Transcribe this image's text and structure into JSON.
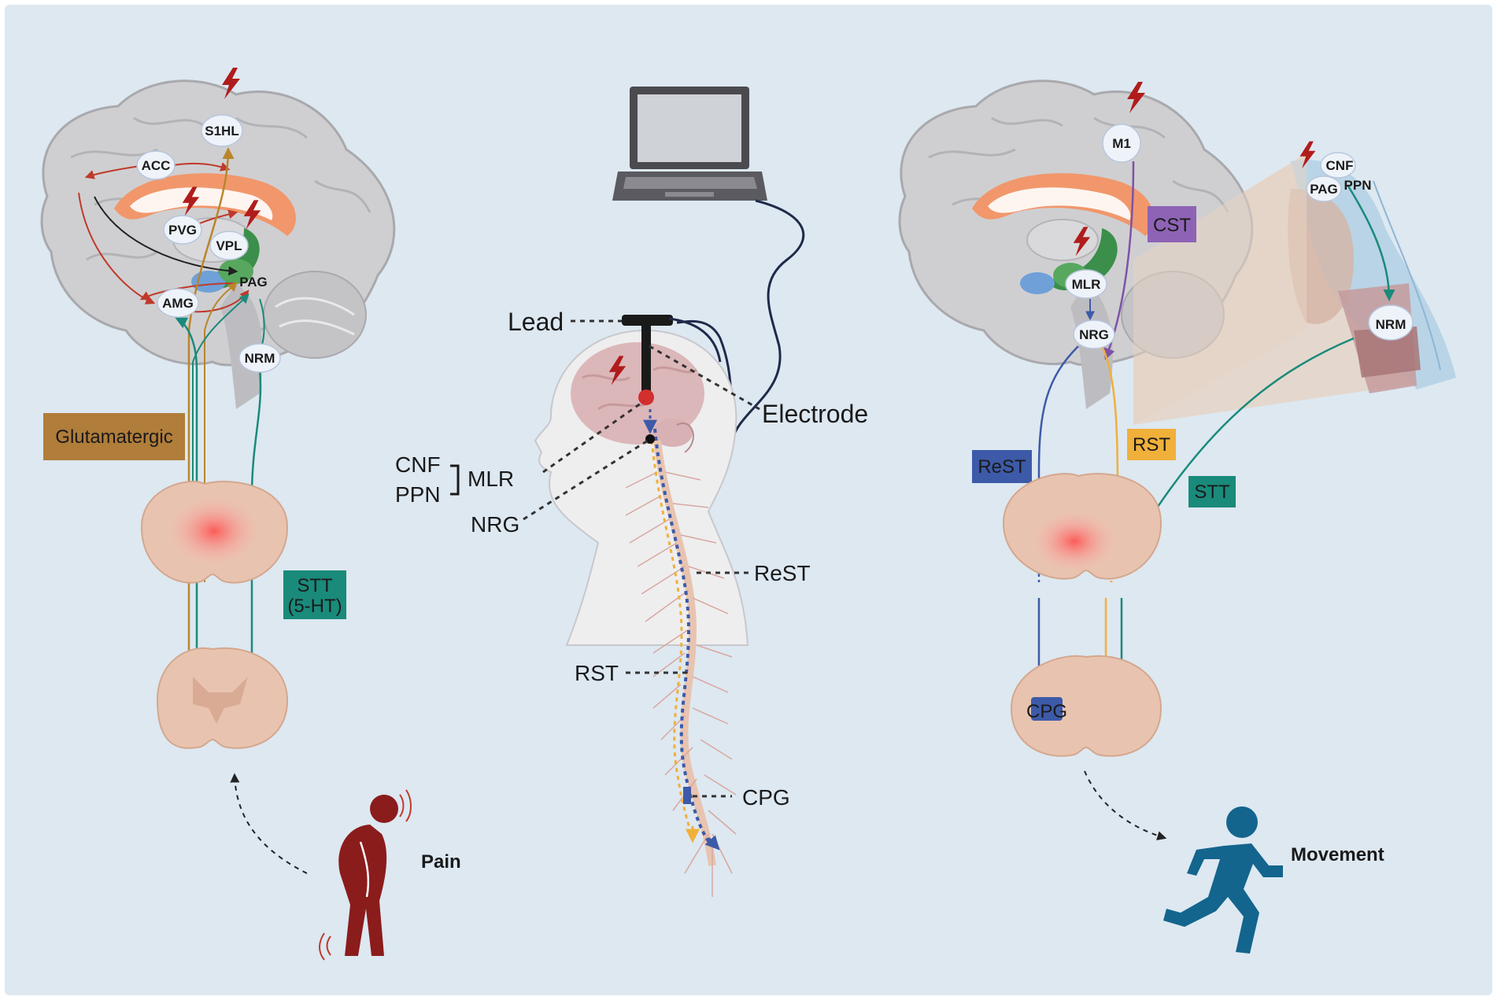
{
  "colors": {
    "background": "#dde8f1",
    "brain": "#cfcfd1",
    "brain_outline": "#a9a9ad",
    "cord": "#e8c4b0",
    "red_path": "#c0392b",
    "orange_path": "#b8862b",
    "teal_path": "#1a8a7a",
    "blue_path": "#3d5aa8",
    "purple_path": "#7d52a8",
    "yellow_path": "#f0b03a",
    "bolt": "#b01c1c",
    "person": "#8b1c1c",
    "runner": "#13658d"
  },
  "left_panel": {
    "regions": {
      "s1hl": "S1HL",
      "acc": "ACC",
      "pvg": "PVG",
      "vpl": "VPL",
      "pag": "PAG",
      "amg": "AMG",
      "nrm": "NRM"
    },
    "glutamatergic_label": "Glutamatergic",
    "stt_label_line1": "STT",
    "stt_label_line2": "(5-HT)",
    "pain_label": "Pain",
    "icons": [
      "lightning-icon",
      "person-in-pain-icon"
    ]
  },
  "center_panel": {
    "lead_label": "Lead",
    "electrode_label": "Electrode",
    "cnf_label": "CNF",
    "ppn_label": "PPN",
    "mlr_label": "MLR",
    "nrg_label": "NRG",
    "rest_label": "ReST",
    "rst_label": "RST",
    "cpg_label": "CPG",
    "icons": [
      "laptop-icon",
      "head-icon",
      "lightning-icon"
    ]
  },
  "right_panel": {
    "regions": {
      "m1": "M1",
      "cnf": "CNF",
      "pag": "PAG",
      "ppn": "PPN",
      "mlr": "MLR",
      "nrg": "NRG",
      "nrm": "NRM",
      "cpg": "CPG"
    },
    "cst_label": "CST",
    "rest_label": "ReST",
    "rst_label": "RST",
    "stt_label": "STT",
    "movement_label": "Movement",
    "icons": [
      "lightning-icon",
      "running-person-icon"
    ]
  }
}
